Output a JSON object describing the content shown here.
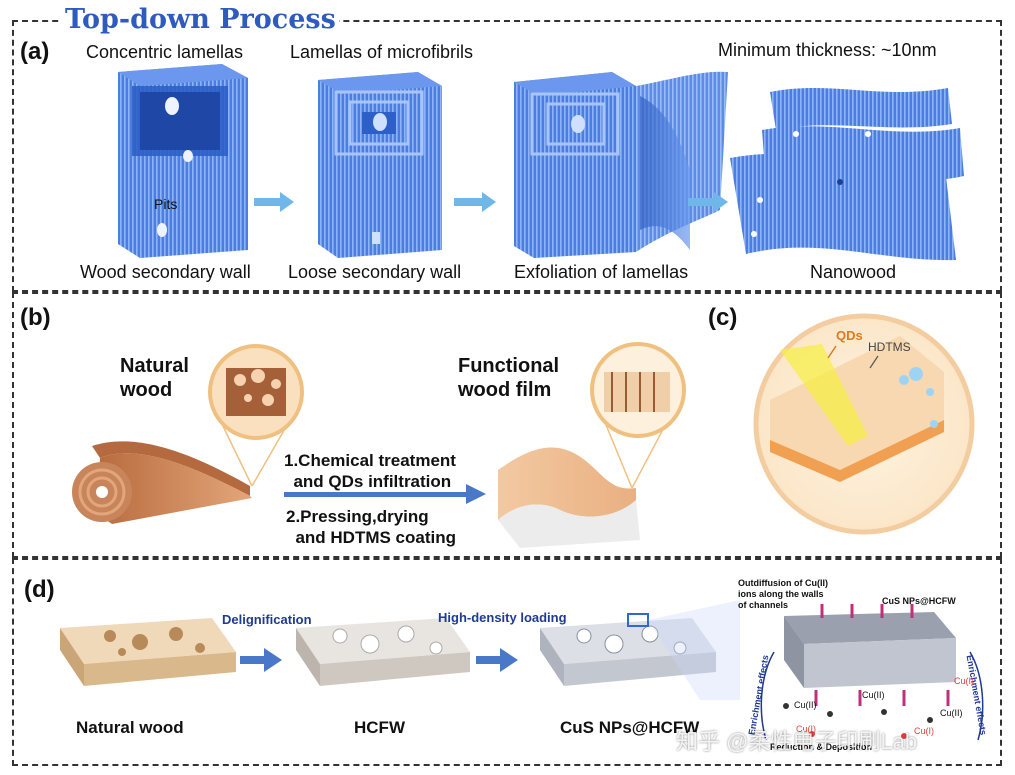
{
  "title": "Top-down Process",
  "panel_a": {
    "label": "(a)",
    "top_labels": [
      "Concentric lamellas",
      "Lamellas of microfibrils",
      "Minimum thickness: ~10nm"
    ],
    "pits_label": "Pits",
    "bottom_labels": [
      "Wood secondary wall",
      "Loose secondary wall",
      "Exfoliation of lamellas",
      "Nanowood"
    ]
  },
  "panel_b": {
    "label": "(b)",
    "natural_wood": "Natural\nwood",
    "functional_film": "Functional\nwood film",
    "step1": "1.Chemical treatment\n  and QDs infiltration",
    "step2": "2.Pressing,drying\n  and HDTMS coating"
  },
  "panel_c": {
    "label": "(c)",
    "qds": "QDs",
    "hdtms": "HDTMS"
  },
  "panel_d": {
    "label": "(d)",
    "delignification": "Delignification",
    "loading": "High-density  loading",
    "bottom_labels": [
      "Natural wood",
      "HCFW",
      "CuS NPs@HCFW"
    ],
    "inset_title": "Outdiffusion of Cu(II)\nions along the walls\nof channels",
    "inset_product": "CuS NPs@HCFW",
    "inset_left": "Enrichment effects",
    "inset_right": "Enrichment effects",
    "inset_cu": [
      "Cu(II)",
      "Cu(I)",
      "Cu(II)",
      "Cu(I)",
      "Cu(II)",
      "Cu(I)"
    ],
    "inset_bottom": "Reduction & Deposition"
  },
  "watermark": "知乎 @柔性电子印刷Lab",
  "colors": {
    "title_blue": "#2f5bbf",
    "arrow_blue": "#6fb7e8",
    "arrow_dark": "#4a78c8",
    "lamella_blue": "#3f6fd8",
    "wood_copper": "#c8845a",
    "qd_orange": "#f0a050",
    "label_navy": "#1f3a93"
  }
}
